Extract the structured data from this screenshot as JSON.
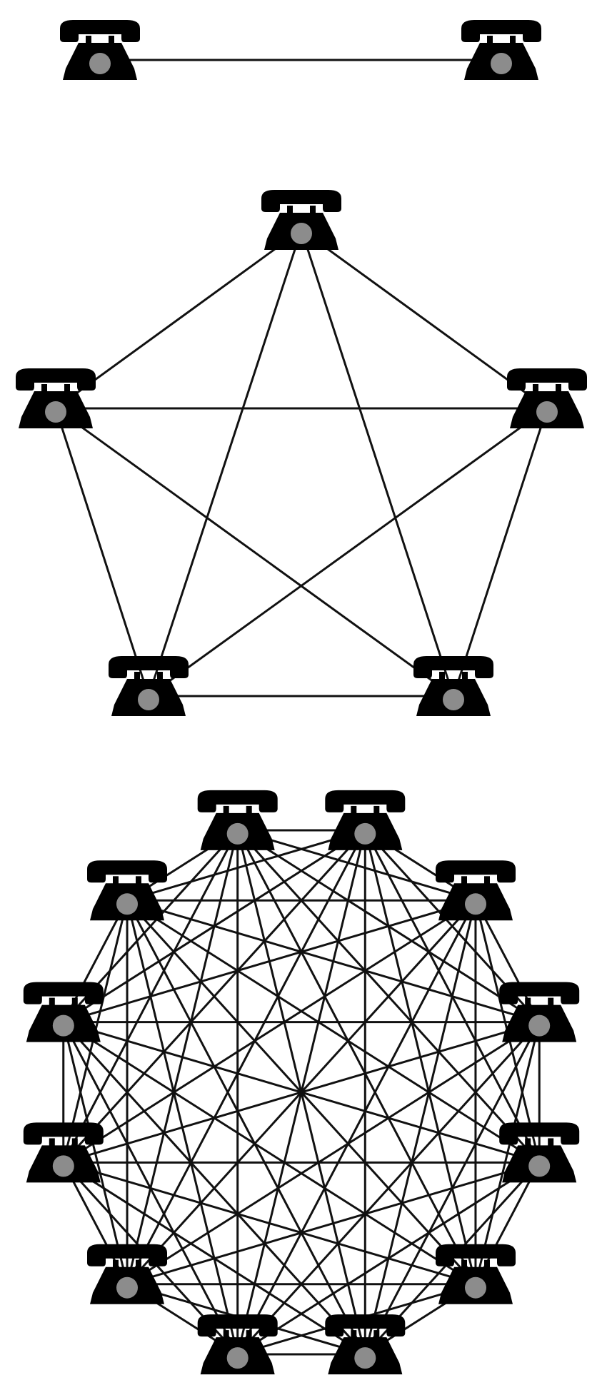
{
  "colors": {
    "background": "#ffffff",
    "line": "#111111",
    "phone": "#000000",
    "dial": "#8c8c8c"
  },
  "icon": "telephone-icon",
  "networks": [
    {
      "name": "network-2-phones",
      "nodes": 2
    },
    {
      "name": "network-5-phones",
      "nodes": 5
    },
    {
      "name": "network-12-phones",
      "nodes": 12
    }
  ]
}
